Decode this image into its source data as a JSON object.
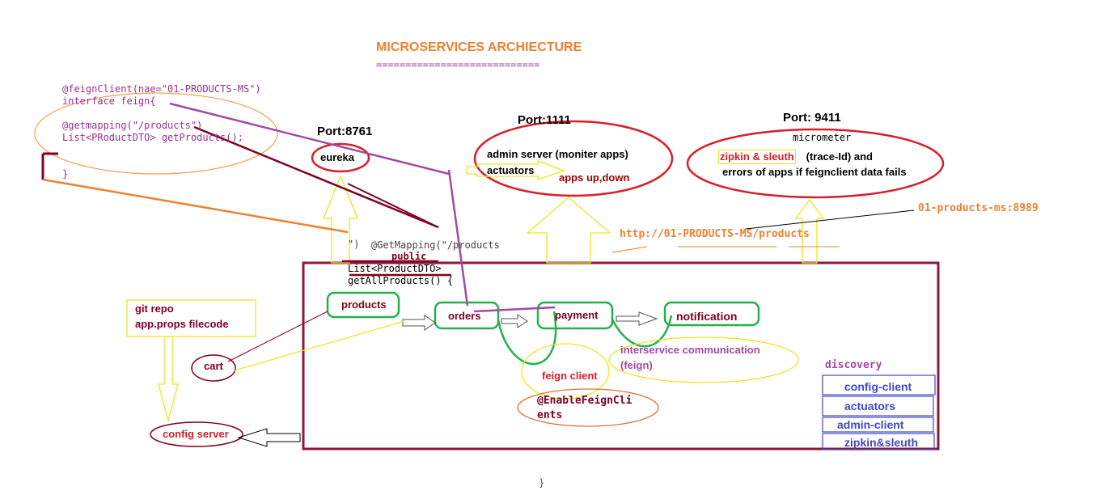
{
  "title": {
    "text": "MICROSERVICES ARCHIECTURE",
    "underline": "============================",
    "color": "#f08030",
    "underline_color": "#a040a0"
  },
  "feign_code": {
    "lines": [
      "@feignClient(nae=\"01-PRODUCTS-MS\")",
      "interface feign{",
      "@getmapping(\"/products\")",
      "List<PRoductDTO> getProducts();",
      "}"
    ],
    "color": "#9a3090"
  },
  "eureka": {
    "port": "Port:8761",
    "label": "eureka"
  },
  "admin": {
    "port": "Port:1111",
    "line1": "admin server (moniter apps)",
    "line2": "actuators",
    "line3": "apps up,down"
  },
  "zipkin": {
    "port": "Port: 9411",
    "micrometer": "micrometer",
    "highlight": "zipkin & sleuth",
    "line1_rest": " (trace-Id) and",
    "line2": "errors of apps if feignclient data fails"
  },
  "url": {
    "text": "http://01-PRODUCTS-MS/products",
    "color": "#f08030"
  },
  "products_ms_port": {
    "text": "01-products-ms:8989",
    "color": "#f08030"
  },
  "get_mapping": {
    "line1": "@GetMapping(\"/products",
    "line2": "\")",
    "public": "public",
    "line3": "List<ProductDTO>",
    "line4": "getAllProducts() {"
  },
  "services": {
    "products": "products",
    "orders": "orders",
    "payment": "payment",
    "notification": "notification"
  },
  "git_repo": {
    "line1": "git repo",
    "line2": "app.props filecode"
  },
  "cart": "cart",
  "config_server": "config server",
  "interservice": {
    "line1": "interservice communication",
    "line2": "(feign)"
  },
  "feign_client": "feign client",
  "enable_feign": {
    "line1": "@EnableFeignCli",
    "line2": "ents"
  },
  "discovery": {
    "label": "discovery",
    "items": [
      "config-client",
      "actuators",
      "admin-client",
      "zipkin&sleuth"
    ]
  },
  "closing_brace": "}",
  "colors": {
    "red": "#d81e2a",
    "green": "#22b14c",
    "yellow": "#e8e820",
    "maroon": "#800020",
    "purple": "#a349a4",
    "orange": "#f08030",
    "blue": "#3f48cc"
  }
}
